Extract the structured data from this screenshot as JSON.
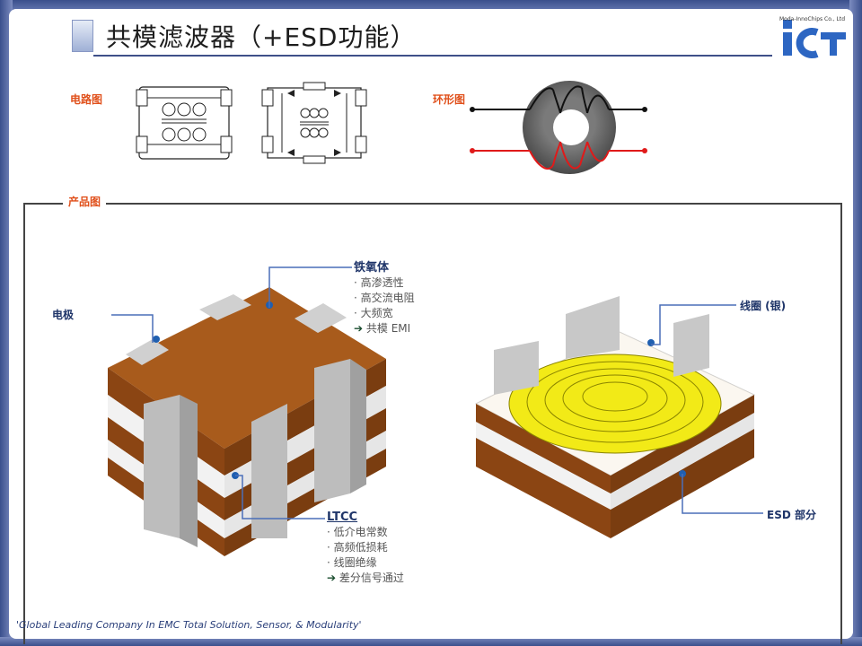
{
  "title": "共模滤波器（+ESD功能）",
  "logo": {
    "text": "iCT",
    "subtitle": "Moda-InnoChips Co., Ltd"
  },
  "sections": {
    "circuit": "电路图",
    "toroid": "环形图",
    "product": "产品图"
  },
  "labels": {
    "electrode": "电极",
    "ferrite": {
      "title": "铁氧体",
      "items": [
        "· 高渗透性",
        "· 高交流电阻",
        "· 大频宽"
      ],
      "arrow": "共模  EMI"
    },
    "ltcc": {
      "title": "LTCC",
      "items": [
        "· 低介电常数",
        "· 高频低损耗",
        "· 线圈绝缘"
      ],
      "arrow": "差分信号通过"
    },
    "coil": "线圈 (银)",
    "esd": "ESD 部分"
  },
  "footer": "'Global Leading Company In EMC Total Solution, Sensor, & Modularity'",
  "colors": {
    "accent": "#e0501b",
    "navy": "#1f3569",
    "brown": "#9a4e16",
    "coil": "#f2ea17"
  }
}
